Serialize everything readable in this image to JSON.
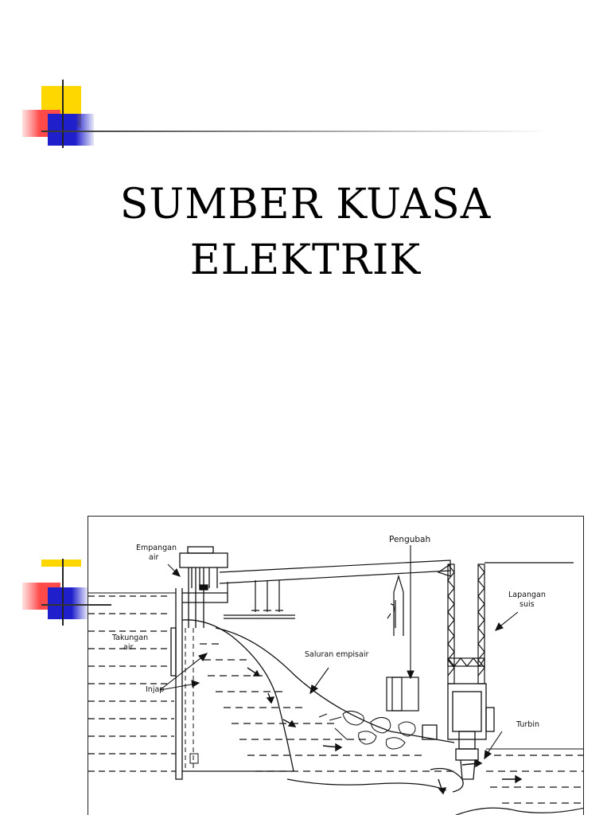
{
  "slide1": {
    "title_line1": "SUMBER KUASA",
    "title_line2": "ELEKTRIK"
  },
  "diagram": {
    "labels": {
      "pengubah": "Pengubah",
      "empangan_line1": "Empangan",
      "empangan_line2": "air",
      "lapangan_line1": "Lapangan",
      "lapangan_line2": "suis",
      "takungan_line1": "Takungan",
      "takungan_line2": "air",
      "saluran": "Saluran empisair",
      "injap": "Injap",
      "turbin": "Turbin"
    }
  },
  "colors": {
    "accent_yellow": "#FFD700",
    "accent_red": "#FF4A4A",
    "accent_blue": "#1F1FCC"
  }
}
